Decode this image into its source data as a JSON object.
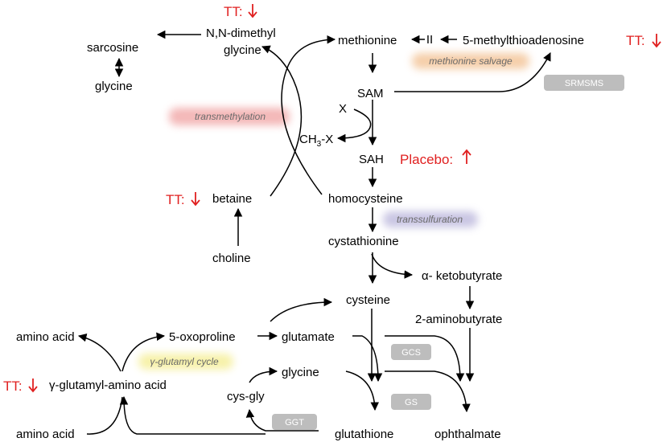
{
  "nodes": {
    "sarcosine": "sarcosine",
    "glycine_top": "glycine",
    "nn_dimethyl_1": "N,N-dimethyl",
    "nn_dimethyl_2": "glycine",
    "methionine": "methionine",
    "mta": "5-methylthioadenosine",
    "sam": "SAM",
    "x": "X",
    "ch3x_a": "CH",
    "ch3x_sub": "3",
    "ch3x_b": "-X",
    "sah": "SAH",
    "homocysteine": "homocysteine",
    "betaine": "betaine",
    "choline": "choline",
    "cystathionine": "cystathionine",
    "ketobutyrate": "α- ketobutyrate",
    "cysteine": "cysteine",
    "aminobutyrate": "2-aminobutyrate",
    "amino_acid_top": "amino acid",
    "oxoproline": "5-oxoproline",
    "glutamate": "glutamate",
    "glycine_bottom": "glycine",
    "gamma_glutamyl_aa": "γ-glutamyl-amino acid",
    "cys_gly": "cys-gly",
    "amino_acid_bottom": "amino acid",
    "glutathione": "glutathione",
    "ophthalmate": "ophthalmate",
    "inhibit_mark": "II"
  },
  "annotations": {
    "tt_top": "TT:",
    "tt_mta": "TT:",
    "tt_betaine": "TT:",
    "tt_gamma": "TT:",
    "placebo": "Placebo:"
  },
  "bands": {
    "methionine_salvage": "methionine salvage",
    "transmethylation": "transmethylation",
    "transsulfuration": "transsulfuration",
    "gamma_cycle": "γ-glutamyl cycle"
  },
  "enzymes": {
    "srmsms": "SRMSMS",
    "gcs": "GCS",
    "gs": "GS",
    "ggt": "GGT"
  },
  "colors": {
    "annotation_red": "#e02020",
    "enzyme_pill_gray": "#bdbdbd",
    "salvage_band": "#f4c9a0",
    "transmethylation_band": "#f0a0a0",
    "transsulfuration_band": "#c3bfe0",
    "gamma_band": "#f6f0a0"
  }
}
